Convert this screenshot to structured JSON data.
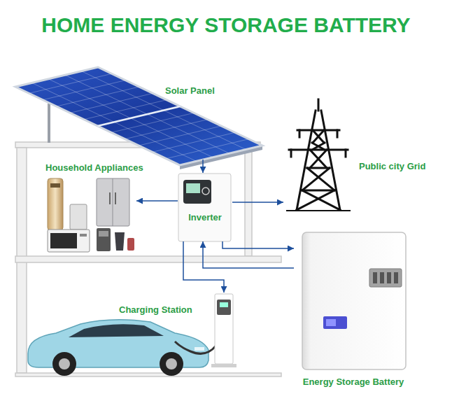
{
  "diagram": {
    "title": "HOME ENERGY STORAGE BATTERY",
    "nodes": [
      {
        "text": [
          "Solar Panel"
        ]
      },
      {
        "text": [
          "Household Appliances"
        ]
      },
      {
        "text": [
          "Public city Grid"
        ]
      },
      {
        "text": [
          "Inverter"
        ]
      },
      {
        "text": [
          "Charging Station"
        ]
      },
      {
        "text": [
          "Energy Storage Battery"
        ]
      }
    ],
    "edges": [
      {
        "from": 0,
        "to": 3,
        "arrow": "to"
      },
      {
        "from": 3,
        "to": 1,
        "arrow": "to"
      },
      {
        "from": 3,
        "to": 2,
        "arrow": "to"
      },
      {
        "from": 3,
        "to": 5,
        "arrow": "to"
      },
      {
        "from": 5,
        "to": 3,
        "arrow": "to"
      },
      {
        "from": 3,
        "to": 4,
        "arrow": "to"
      }
    ]
  }
}
